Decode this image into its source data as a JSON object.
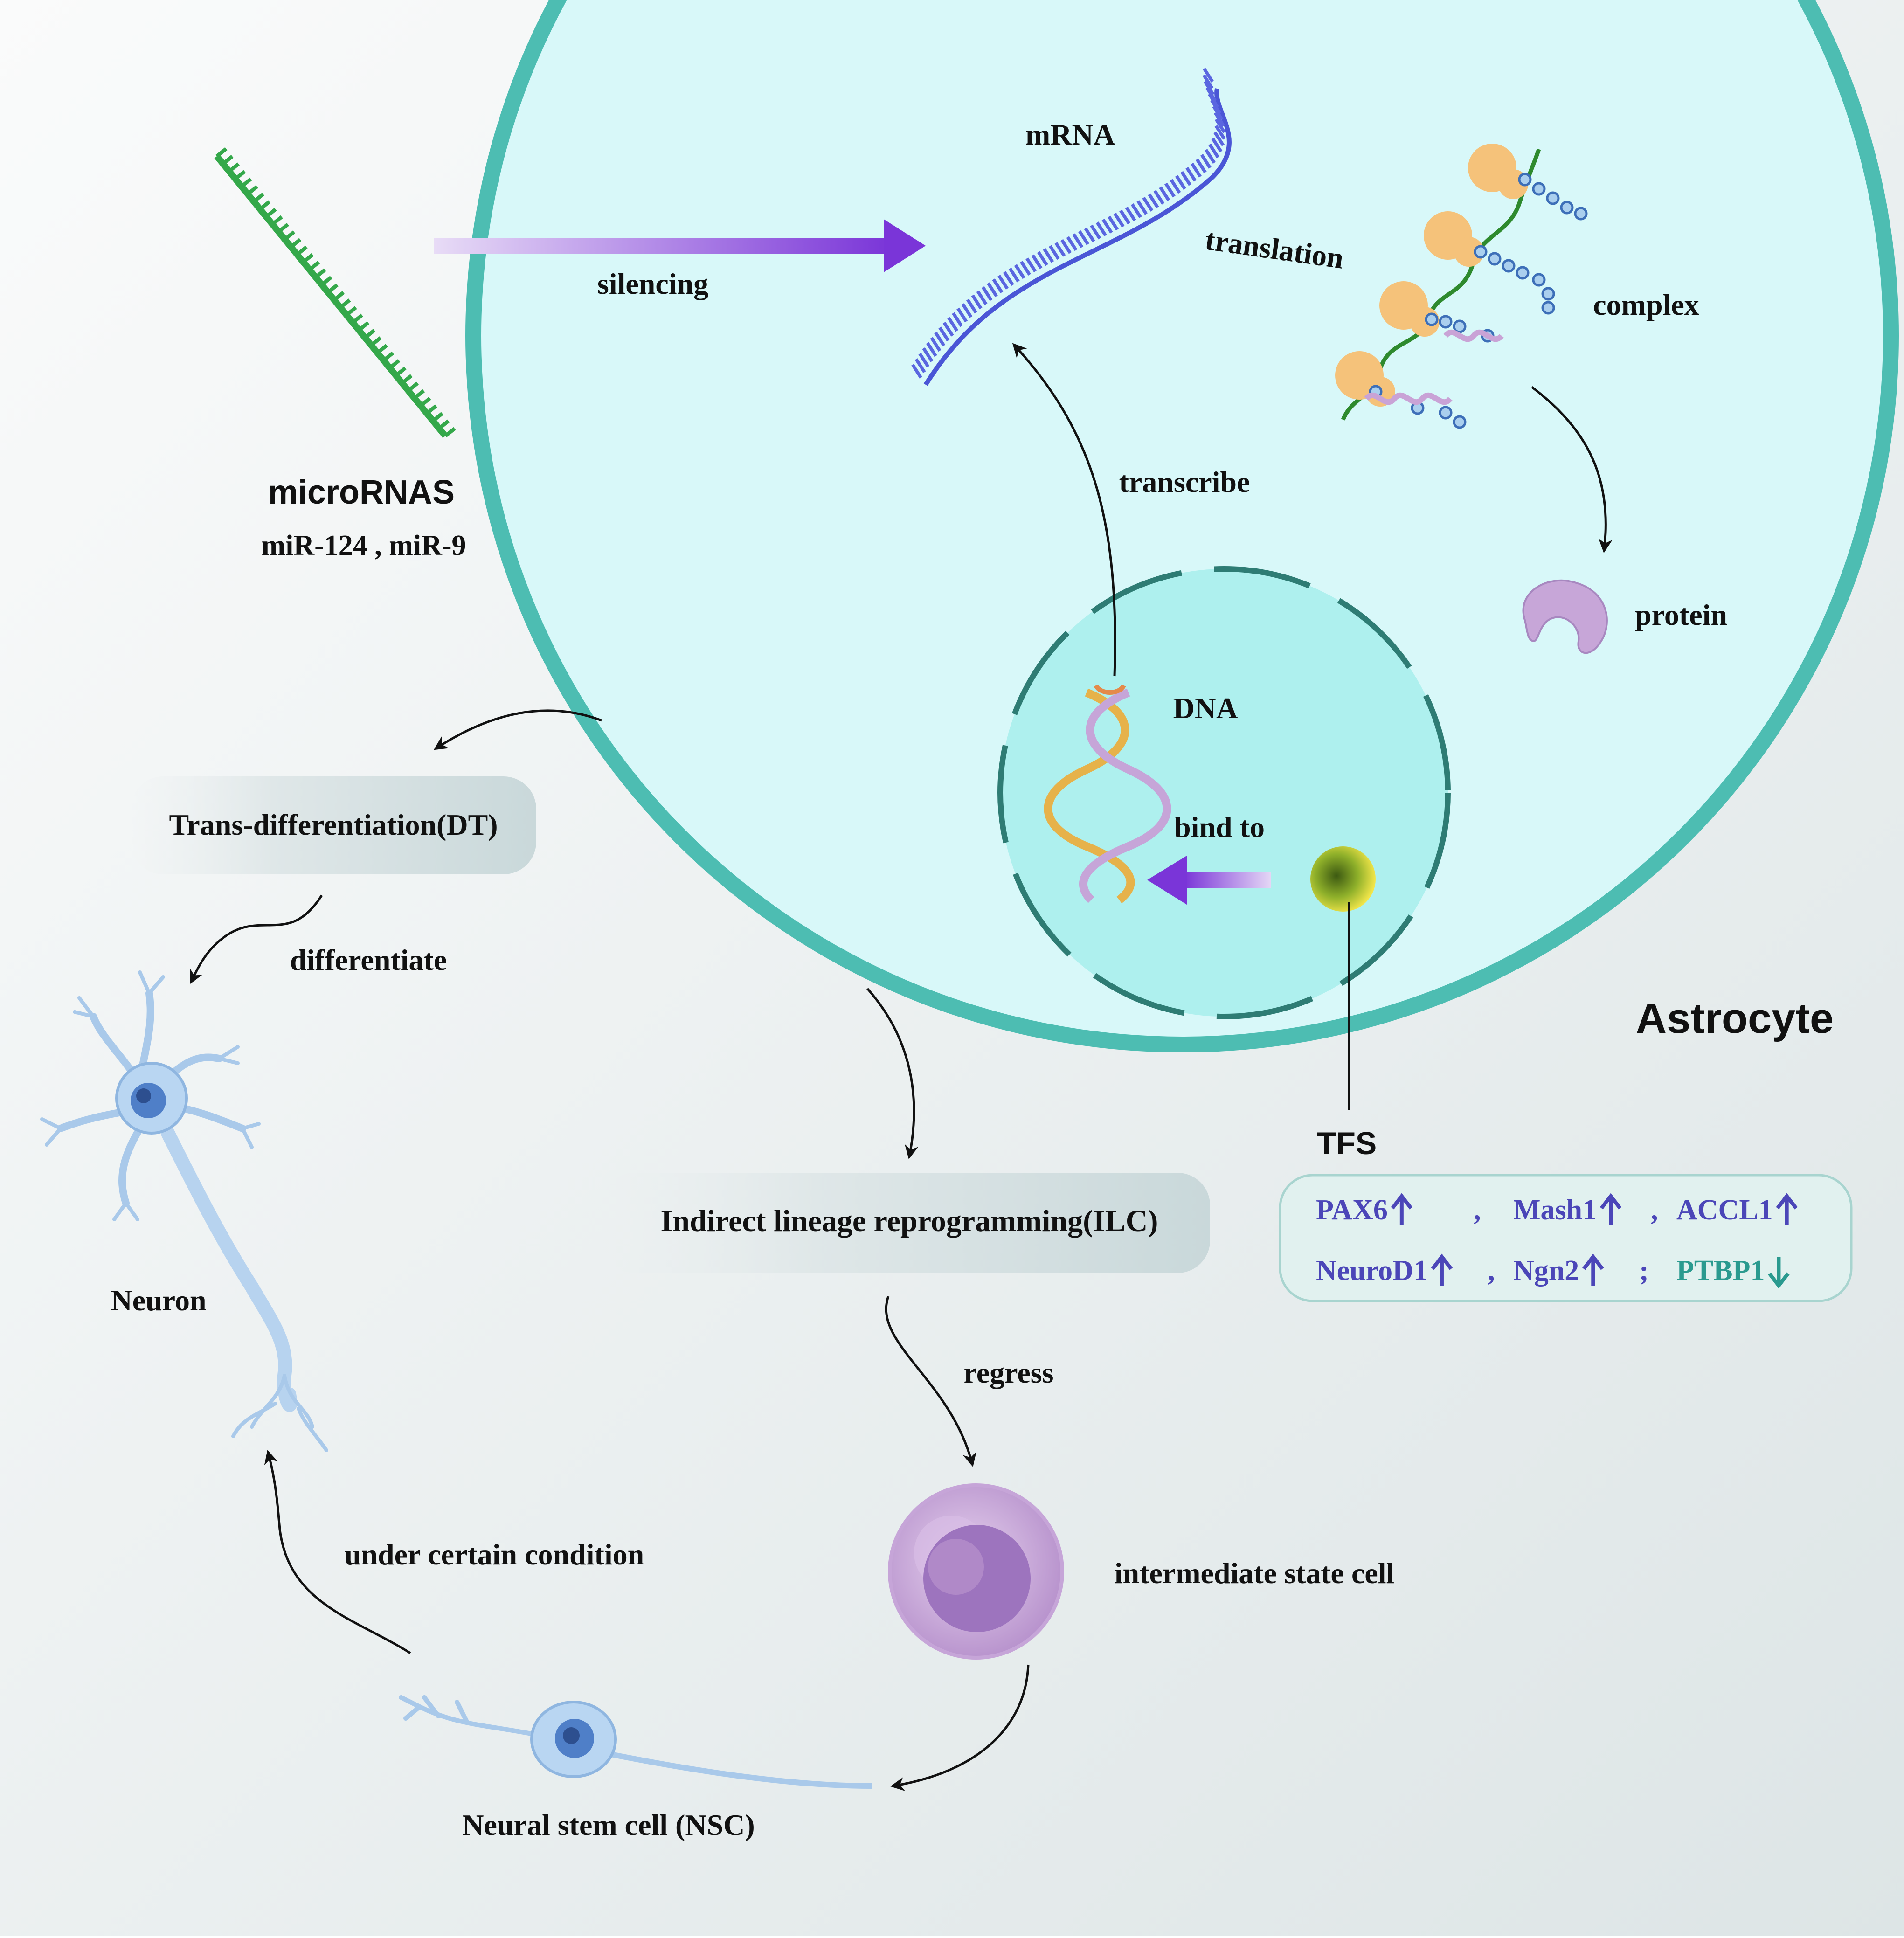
{
  "labels": {
    "microrna_title": "microRNAS",
    "microrna_examples": "miR-124 , miR-9",
    "silencing": "silencing",
    "mrna": "mRNA",
    "translation": "translation",
    "complex": "complex",
    "transcribe": "transcribe",
    "protein": "protein",
    "dna": "DNA",
    "bind_to": "bind to",
    "astrocyte": "Astrocyte",
    "tfs": "TFS",
    "dt": "Trans-differentiation(DT)",
    "differentiate": "differentiate",
    "neuron": "Neuron",
    "ilc": "Indirect lineage reprogramming(ILC)",
    "regress": "regress",
    "intermediate": "intermediate state cell",
    "under_condition": "under certain condition",
    "nsc": "Neural stem cell (NSC)"
  },
  "tfs_box": {
    "row1": [
      {
        "name": "PAX6",
        "dir": "up",
        "sep": ","
      },
      {
        "name": "Mash1",
        "dir": "up",
        "sep": ","
      },
      {
        "name": "ACCL1",
        "dir": "up",
        "sep": ""
      }
    ],
    "row2": [
      {
        "name": "NeuroD1",
        "dir": "up",
        "sep": ","
      },
      {
        "name": "Ngn2",
        "dir": "up",
        "sep": ";"
      },
      {
        "name": "PTBP1",
        "dir": "down",
        "sep": ""
      }
    ]
  },
  "colors": {
    "cell_fill": "#d8f8f9",
    "cell_border": "#4dbdb2",
    "nucleus_fill": "#aef0ee",
    "nucleus_border": "#2e7c74",
    "up_color": "#4b46b8",
    "down_color": "#2a9a8f",
    "arrow_purple": "#7a35d8",
    "mrna_blue": "#4a56d6",
    "mirna_green": "#34a84a"
  }
}
